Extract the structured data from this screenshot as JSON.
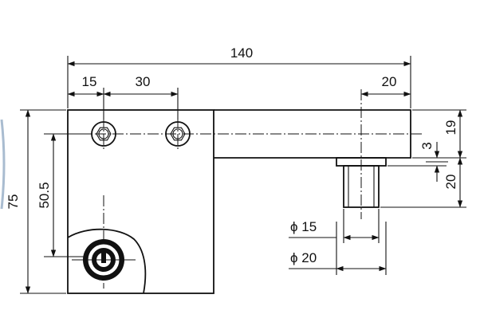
{
  "drawing": {
    "colors": {
      "line": "#111111",
      "background": "#ffffff",
      "edge_accent": "#6f8fb0"
    },
    "dimensions": {
      "overall_width": "140",
      "offset_left": "15",
      "hole_spacing": "30",
      "pin_offset": "20",
      "height_total": "75",
      "height_inner": "50.5",
      "arm_height": "19",
      "gap": "3",
      "pin_length": "20",
      "pin_dia_inner": "ϕ 15",
      "pin_dia_outer": "ϕ 20"
    }
  }
}
